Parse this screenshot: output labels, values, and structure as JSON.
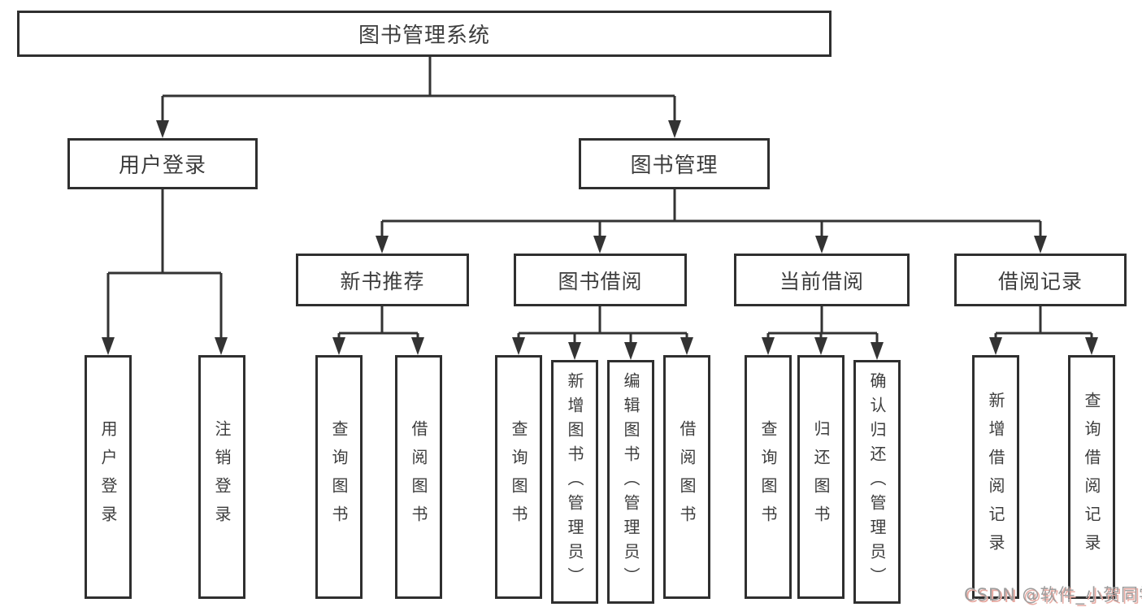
{
  "diagram": {
    "title": "图书管理系统",
    "nodes": {
      "root": "图书管理系统",
      "user_login": "用户登录",
      "book_mgmt": "图书管理",
      "new_book_rec": "新书推荐",
      "book_borrow": "图书借阅",
      "current_borrow": "当前借阅",
      "borrow_records": "借阅记录",
      "leaf_user_login": "用户登录",
      "leaf_logout": "注销登录",
      "leaf_query_book_1": "查询图书",
      "leaf_borrow_book_1": "借阅图书",
      "leaf_query_book_2": "查询图书",
      "leaf_add_book": "新增图书（管理员）",
      "leaf_edit_book": "编辑图书（管理员）",
      "leaf_borrow_book_2": "借阅图书",
      "leaf_query_book_3": "查询图书",
      "leaf_return_book": "归还图书",
      "leaf_confirm_return": "确认归还（管理员）",
      "leaf_add_borrow_record": "新增借阅记录",
      "leaf_query_borrow_record": "查询借阅记录"
    },
    "hierarchy": {
      "图书管理系统": {
        "用户登录": [
          "用户登录",
          "注销登录"
        ],
        "图书管理": {
          "新书推荐": [
            "查询图书",
            "借阅图书"
          ],
          "图书借阅": [
            "查询图书",
            "新增图书（管理员）",
            "编辑图书（管理员）",
            "借阅图书"
          ],
          "当前借阅": [
            "查询图书",
            "归还图书",
            "确认归还（管理员）"
          ],
          "借阅记录": [
            "新增借阅记录",
            "查询借阅记录"
          ]
        }
      }
    },
    "colors": {
      "line": "#333333",
      "border": "#2f2f2f",
      "text": "#3d3d3d",
      "background": "#ffffff",
      "watermark_text": "#9d9d9d",
      "watermark_shadow": "#e8aba3"
    }
  },
  "watermark": {
    "text": "CSDN @软件_小贺同学"
  }
}
